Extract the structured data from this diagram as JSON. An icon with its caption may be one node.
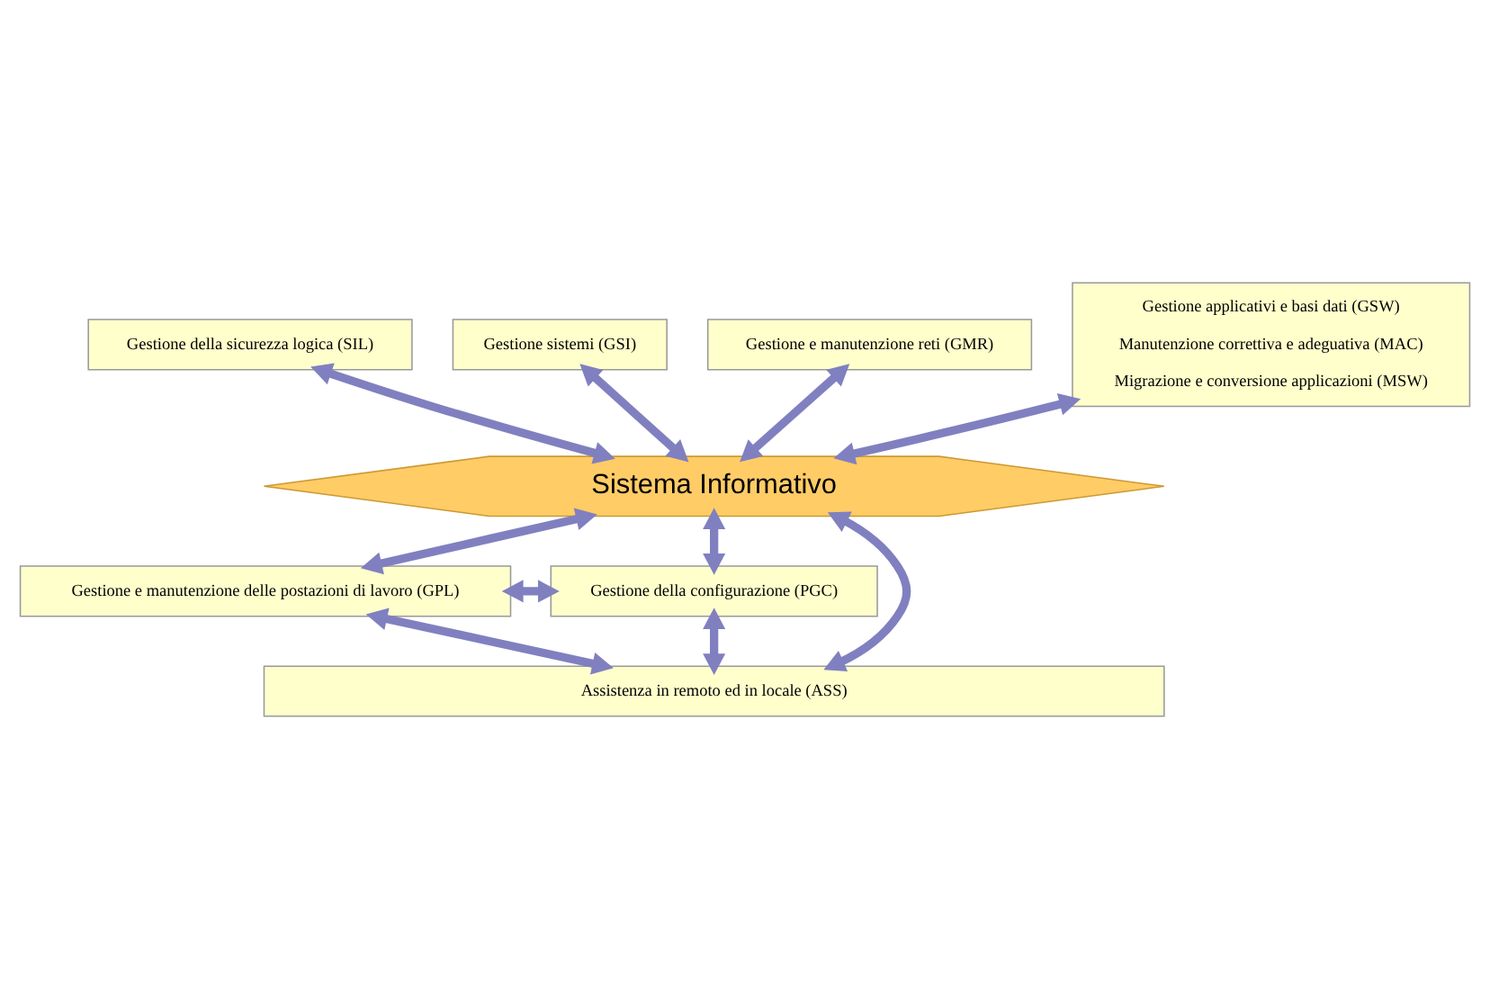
{
  "diagram": {
    "nodes": [
      {
        "text": [
          "Gestione della sicurezza logica (SIL)"
        ]
      },
      {
        "text": [
          "Gestione sistemi (GSI)"
        ]
      },
      {
        "text": [
          "Gestione e manutenzione reti (GMR)"
        ]
      },
      {
        "text": [
          "Gestione applicativi e basi dati (GSW)",
          "Manutenzione correttiva e adeguativa (MAC)",
          "Migrazione e conversione applicazioni (MSW)"
        ]
      },
      {
        "text": [
          "Sistema Informativo"
        ]
      },
      {
        "text": [
          "Gestione e manutenzione delle postazioni di lavoro (GPL)"
        ]
      },
      {
        "text": [
          "Gestione della configurazione (PGC)"
        ]
      },
      {
        "text": [
          "Assistenza in remoto ed in locale (ASS)"
        ]
      }
    ],
    "edges": [
      {
        "from": 0,
        "to": 4,
        "arrow": "both"
      },
      {
        "from": 1,
        "to": 4,
        "arrow": "both"
      },
      {
        "from": 2,
        "to": 4,
        "arrow": "both"
      },
      {
        "from": 3,
        "to": 4,
        "arrow": "both"
      },
      {
        "from": 4,
        "to": 7,
        "arrow": "both"
      },
      {
        "from": 4,
        "to": 5,
        "arrow": "both"
      },
      {
        "from": 4,
        "to": 6,
        "arrow": "both"
      },
      {
        "from": 5,
        "to": 6,
        "arrow": "both"
      },
      {
        "from": 5,
        "to": 7,
        "arrow": "both"
      },
      {
        "from": 6,
        "to": 7,
        "arrow": "both"
      }
    ]
  }
}
